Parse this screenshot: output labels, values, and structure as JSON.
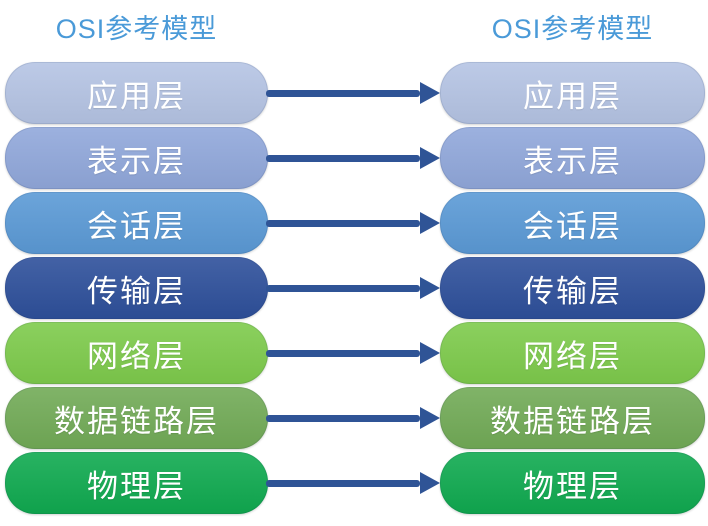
{
  "diagram": {
    "left_column": {
      "title": "OSI参考模型"
    },
    "right_column": {
      "title": "OSI参考模型"
    },
    "layers": [
      {
        "name": "application-layer",
        "label": "应用层",
        "color": "#b5c4e4"
      },
      {
        "name": "presentation-layer",
        "label": "表示层",
        "color": "#91a8db"
      },
      {
        "name": "session-layer",
        "label": "会话层",
        "color": "#5b9ad6"
      },
      {
        "name": "transport-layer",
        "label": "传输层",
        "color": "#2e509b"
      },
      {
        "name": "network-layer",
        "label": "网络层",
        "color": "#7ecb4c"
      },
      {
        "name": "data-link-layer",
        "label": "数据链路层",
        "color": "#72ab57"
      },
      {
        "name": "physical-layer",
        "label": "物理层",
        "color": "#10aa50"
      }
    ],
    "colors": {
      "title_text": "#4a9ad8",
      "arrow": "#2f5496",
      "pill_text": "#ffffff",
      "background": "#ffffff"
    }
  }
}
